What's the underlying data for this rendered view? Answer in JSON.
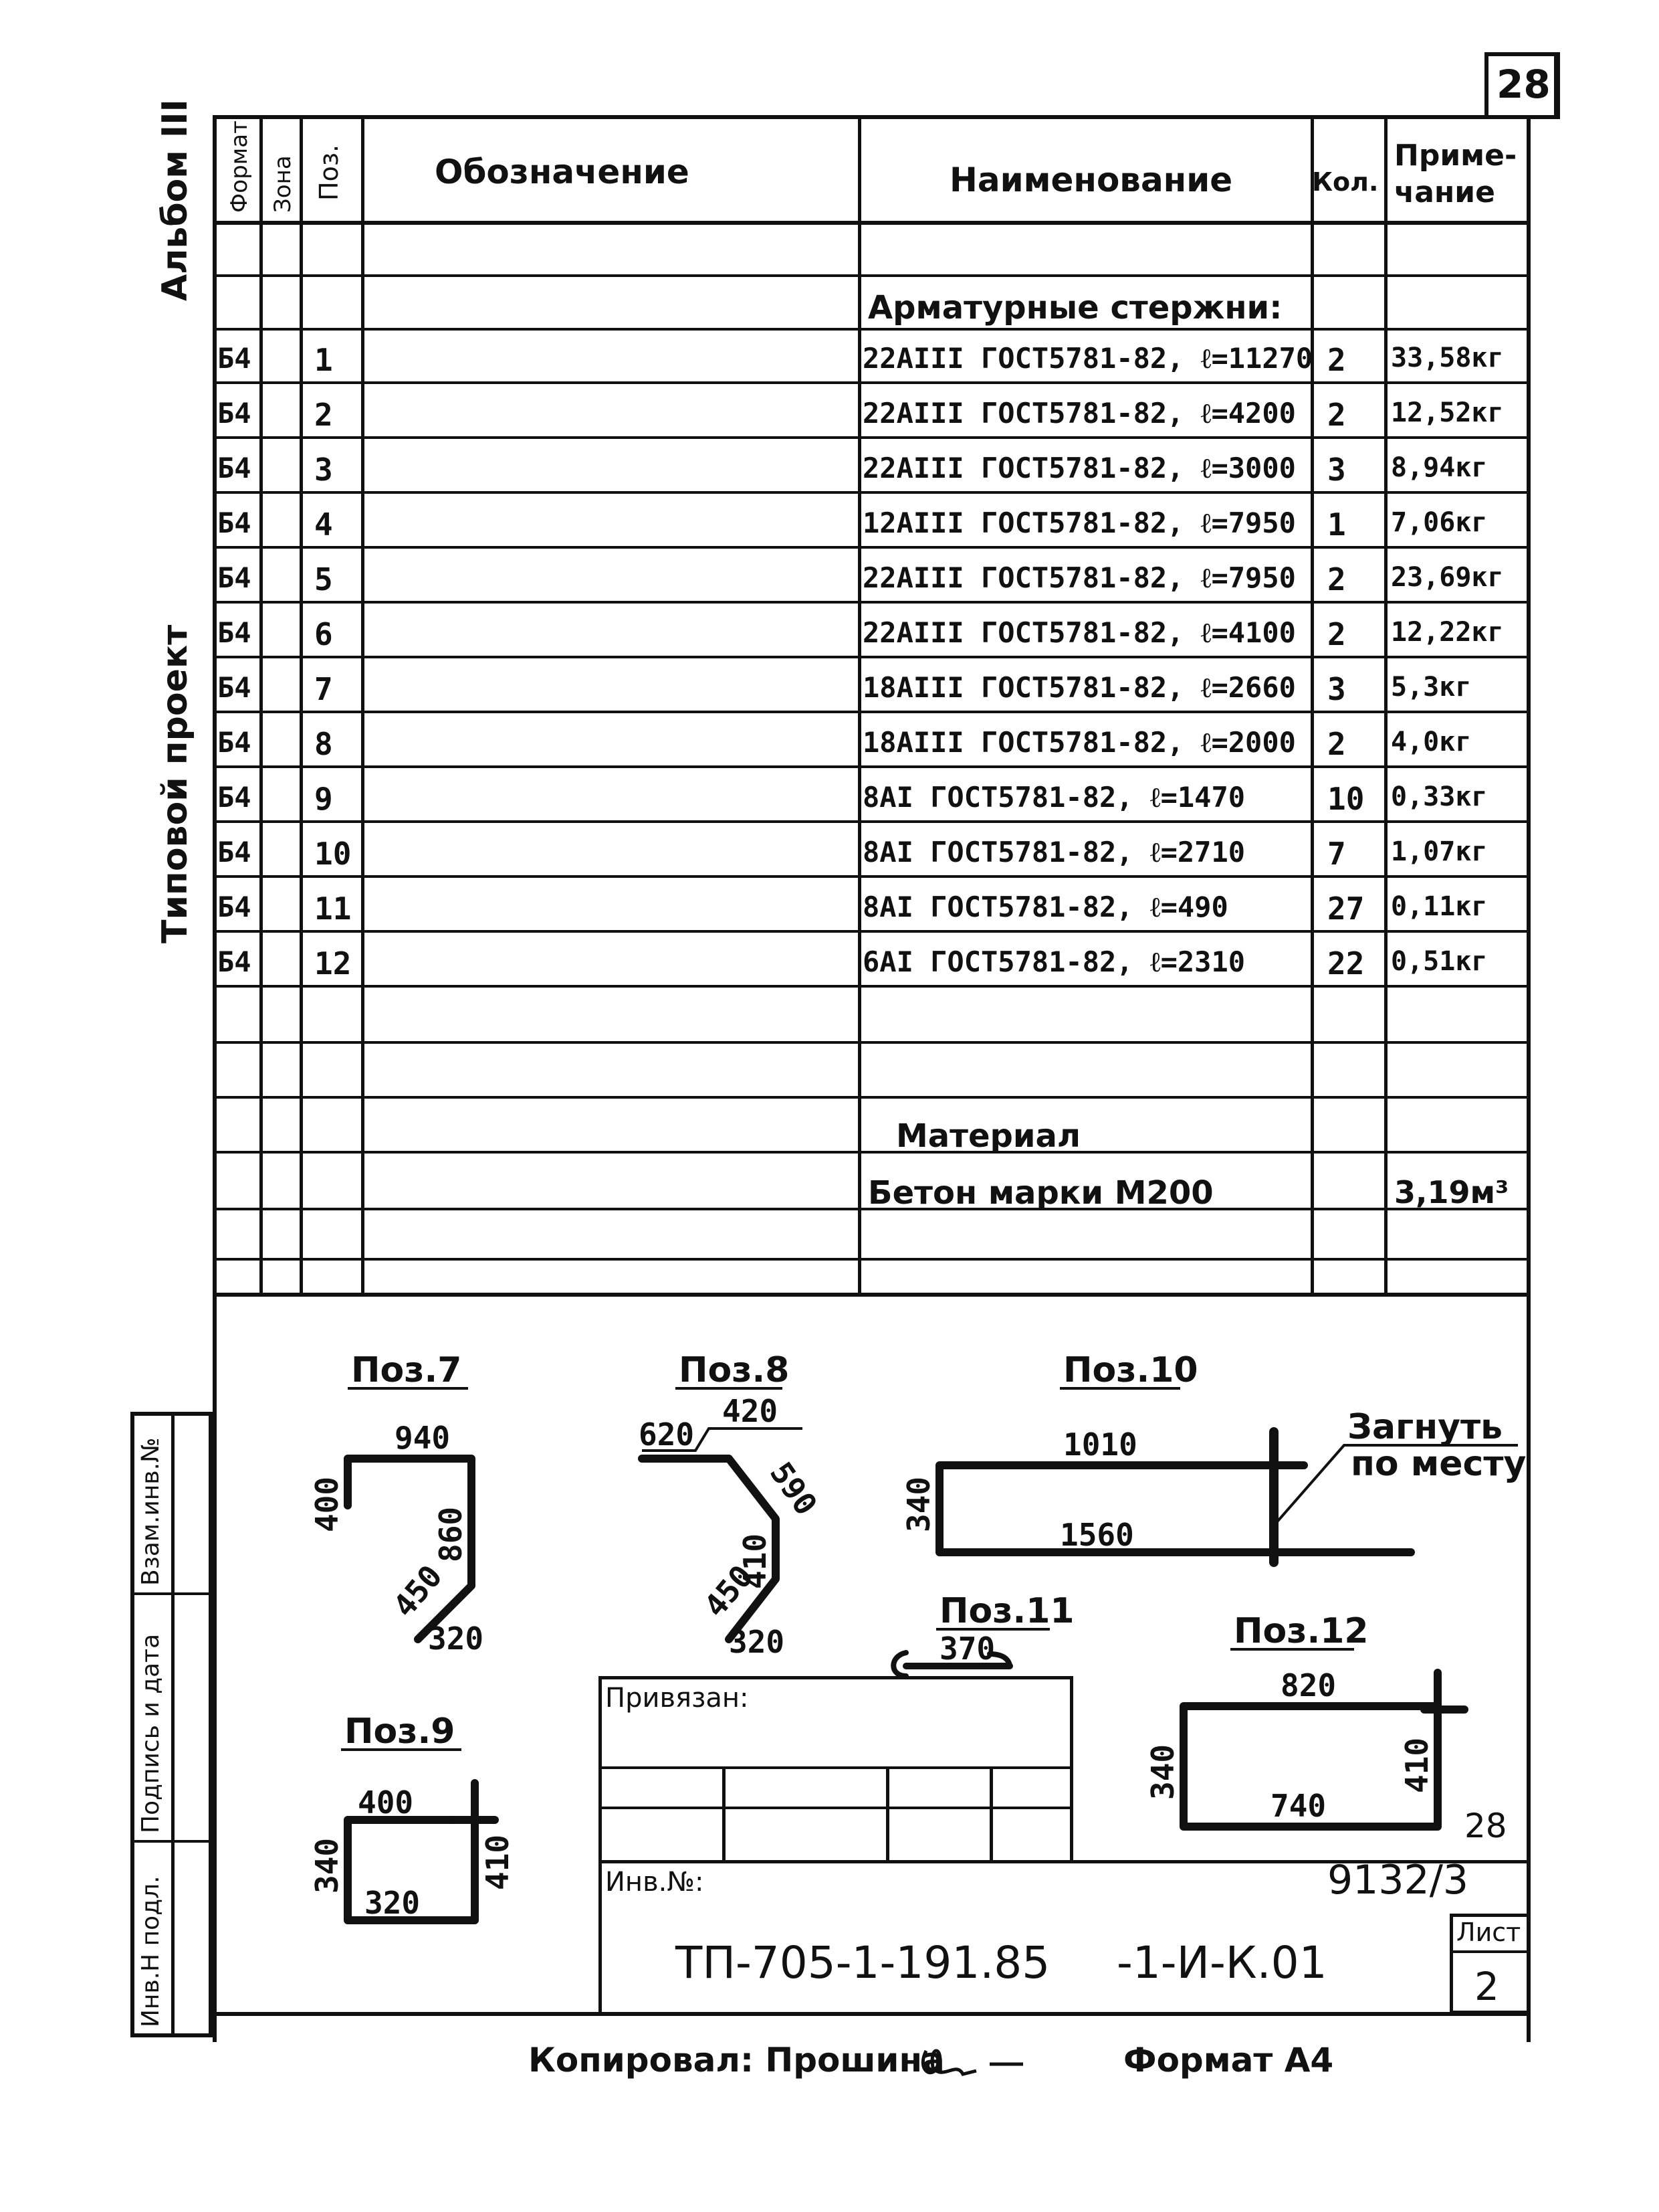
{
  "sheet_number": "28",
  "side_labels": {
    "album": "Альбом III",
    "project": "Типовой проект",
    "inv_podl": "Инв.Н подл.",
    "podpis_data": "Подпись и дата",
    "vzam_inv": "Взам.инв.№"
  },
  "table": {
    "headers": {
      "format": "Формат",
      "zone": "Зона",
      "pos": "Поз.",
      "designation": "Обозначение",
      "name": "Наименование",
      "qty": "Кол.",
      "note": "Приме-\nчание"
    },
    "section_rebar": "Арматурные стержни:",
    "rows": [
      {
        "format": "Б4",
        "pos": "1",
        "name": "22АIII ГОСТ5781-82, ℓ=11270",
        "qty": "2",
        "note": "33,58кг"
      },
      {
        "format": "Б4",
        "pos": "2",
        "name": "22АIII ГОСТ5781-82, ℓ=4200",
        "qty": "2",
        "note": "12,52кг"
      },
      {
        "format": "Б4",
        "pos": "3",
        "name": "22АIII ГОСТ5781-82, ℓ=3000",
        "qty": "3",
        "note": "8,94кг"
      },
      {
        "format": "Б4",
        "pos": "4",
        "name": "12АIII ГОСТ5781-82, ℓ=7950",
        "qty": "1",
        "note": "7,06кг"
      },
      {
        "format": "Б4",
        "pos": "5",
        "name": "22АIII ГОСТ5781-82, ℓ=7950",
        "qty": "2",
        "note": "23,69кг"
      },
      {
        "format": "Б4",
        "pos": "6",
        "name": "22АIII ГОСТ5781-82, ℓ=4100",
        "qty": "2",
        "note": "12,22кг"
      },
      {
        "format": "Б4",
        "pos": "7",
        "name": "18АIII ГОСТ5781-82, ℓ=2660",
        "qty": "3",
        "note": "5,3кг"
      },
      {
        "format": "Б4",
        "pos": "8",
        "name": "18АIII ГОСТ5781-82, ℓ=2000",
        "qty": "2",
        "note": "4,0кг"
      },
      {
        "format": "Б4",
        "pos": "9",
        "name": "8АI ГОСТ5781-82, ℓ=1470",
        "qty": "10",
        "note": "0,33кг"
      },
      {
        "format": "Б4",
        "pos": "10",
        "name": "8АI ГОСТ5781-82, ℓ=2710",
        "qty": "7",
        "note": "1,07кг"
      },
      {
        "format": "Б4",
        "pos": "11",
        "name": "8АI ГОСТ5781-82, ℓ=490",
        "qty": "27",
        "note": "0,11кг"
      },
      {
        "format": "Б4",
        "pos": "12",
        "name": "6АI ГОСТ5781-82, ℓ=2310",
        "qty": "22",
        "note": "0,51кг"
      }
    ],
    "section_material": "Материал",
    "concrete": {
      "name": "Бетон марки М200",
      "note": "3,19м³"
    }
  },
  "sketches": {
    "pos7": {
      "label": "Поз.7",
      "d1": "940",
      "d2": "400",
      "d3": "860",
      "d4": "450",
      "d5": "320"
    },
    "pos8": {
      "label": "Поз.8",
      "d1": "420",
      "d2": "620",
      "d3": "590",
      "d4": "410",
      "d5": "450",
      "d6": "320"
    },
    "pos10": {
      "label": "Поз.10",
      "d1": "1010",
      "d2": "340",
      "d3": "1560",
      "note1": "Загнуть",
      "note2": "по месту"
    },
    "pos11": {
      "label": "Поз.11",
      "d1": "370"
    },
    "pos9": {
      "label": "Поз.9",
      "d1": "400",
      "d2": "340",
      "d3": "410",
      "d4": "320"
    },
    "pos12": {
      "label": "Поз.12",
      "d1": "820",
      "d2": "340",
      "d3": "410",
      "d4": "740"
    }
  },
  "title_block": {
    "attached": "Привязан:",
    "inv_no": "Инв.№:",
    "code": "ТП-705-1-191.85",
    "suffix": "-1-И-К.01",
    "sheet_label": "Лист",
    "sheet": "2",
    "archive_no": "9132/3",
    "small_num": "28"
  },
  "footer": {
    "copied": "Копировал: Прошина",
    "format": "Формат А4"
  }
}
